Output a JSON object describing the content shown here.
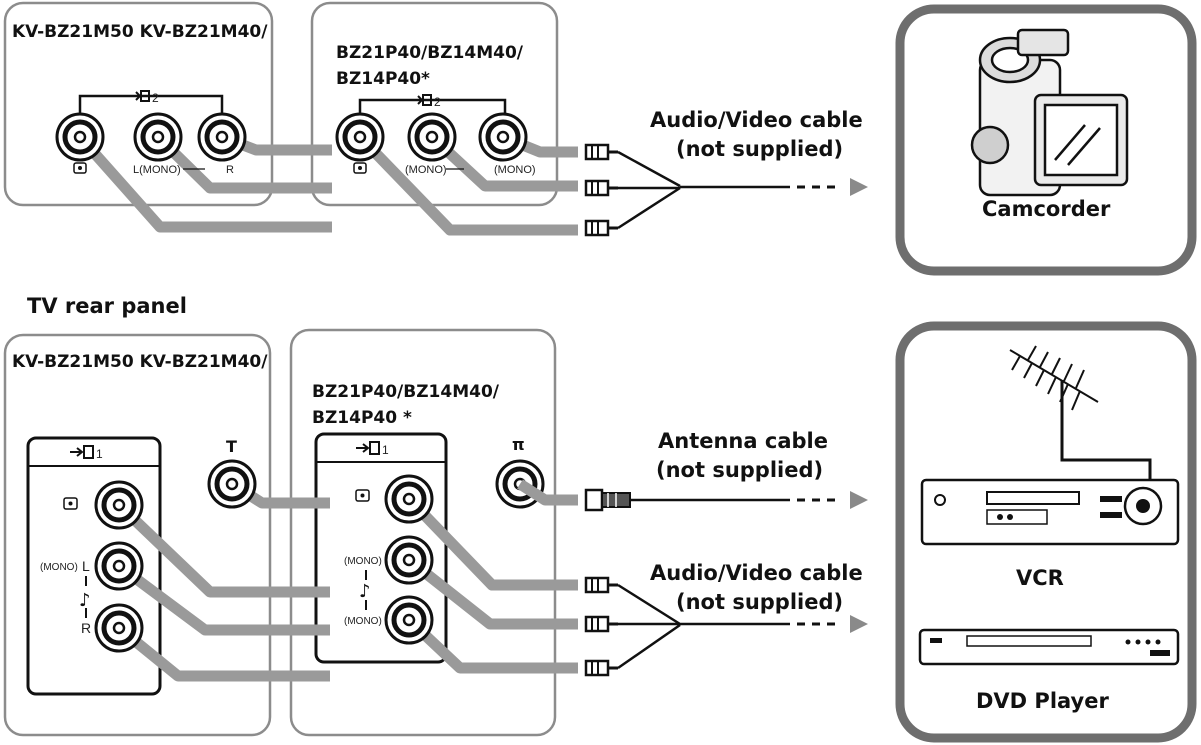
{
  "top": {
    "left_panel_title": "KV-BZ21M50 KV-BZ21M40/",
    "right_panel_title_1": "BZ21P40/BZ14M40/",
    "right_panel_title_2": "BZ14P40*",
    "left_group_num": "2",
    "right_group_num": "2",
    "left_lr_label": "L(MONO)",
    "left_r_label": "R",
    "right_mono_1": "(MONO)",
    "right_mono_2": "(MONO)",
    "cable_label_1": "Audio/Video cable",
    "cable_label_2": "(not supplied)",
    "device_label": "Camcorder"
  },
  "section_title": "TV rear panel",
  "bottom": {
    "left_panel_title": "KV-BZ21M50 KV-BZ21M40/",
    "right_panel_title_1": "BZ21P40/BZ14M40/",
    "right_panel_title_2": "BZ14P40 *",
    "left_group_num": "1",
    "right_group_num": "1",
    "left_mono": "(MONO)",
    "left_L": "L",
    "left_R": "R",
    "right_mono_1": "(MONO)",
    "right_mono_2": "(MONO)",
    "antenna_label_1": "Antenna cable",
    "antenna_label_2": "(not supplied)",
    "av_label_1": "Audio/Video cable",
    "av_label_2": "(not supplied)",
    "device_1_label": "VCR",
    "device_2_label": "DVD Player"
  },
  "icons": [
    "input-arrow-icon",
    "video-jack-icon",
    "antenna-icon",
    "music-note-icon",
    "camcorder-icon",
    "vcr-icon",
    "dvd-player-icon"
  ]
}
